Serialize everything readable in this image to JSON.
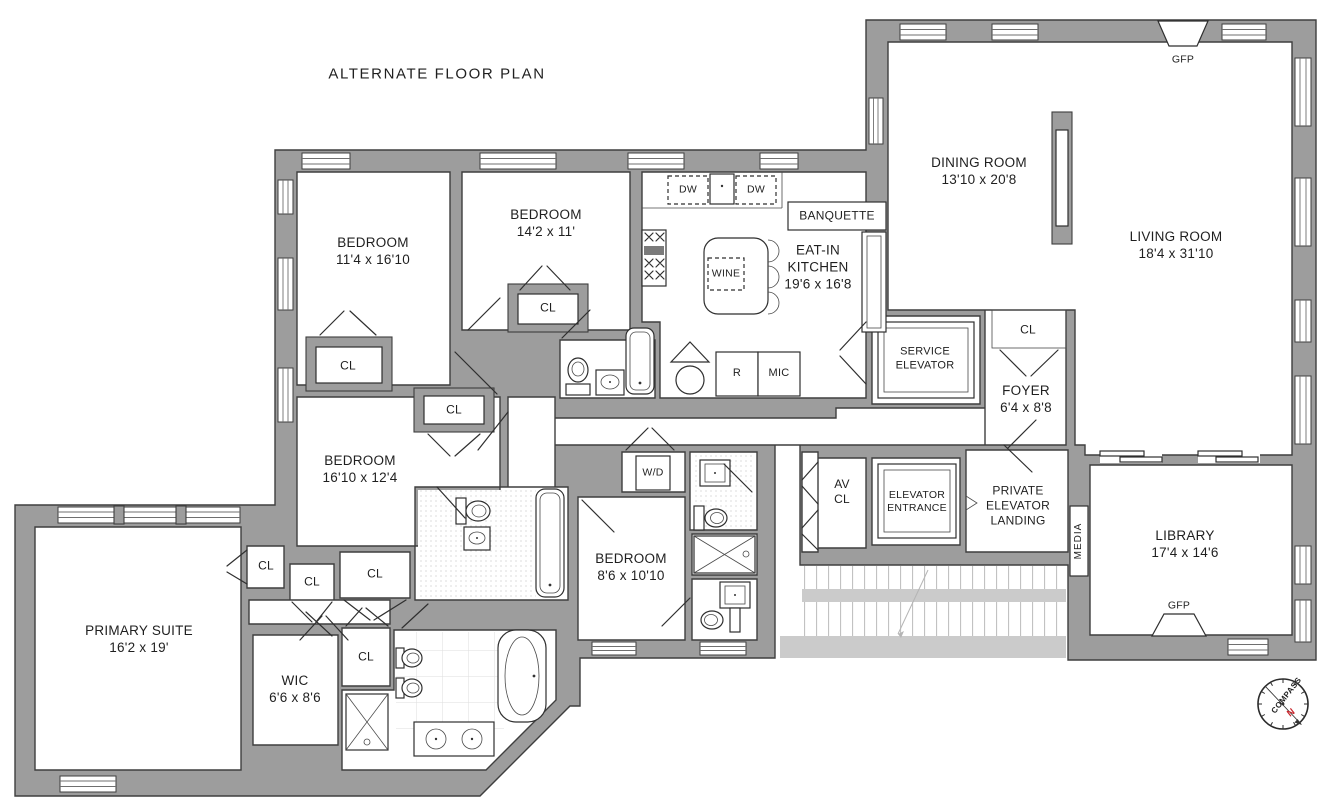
{
  "title": "ALTERNATE FLOOR PLAN",
  "rooms": {
    "bedroom_1": {
      "name": "BEDROOM",
      "dims": "11'4 x 16'10"
    },
    "bedroom_2": {
      "name": "BEDROOM",
      "dims": "14'2 x 11'"
    },
    "eat_in_kitchen": {
      "name": "EAT-IN KITCHEN",
      "dims": "19'6 x 16'8"
    },
    "dining_room": {
      "name": "DINING ROOM",
      "dims": "13'10 x 20'8"
    },
    "living_room": {
      "name": "LIVING ROOM",
      "dims": "18'4 x 31'10"
    },
    "foyer": {
      "name": "FOYER",
      "dims": "6'4 x 8'8"
    },
    "bedroom_3": {
      "name": "BEDROOM",
      "dims": "16'10 x 12'4"
    },
    "bedroom_4": {
      "name": "BEDROOM",
      "dims": "8'6 x 10'10"
    },
    "primary_suite": {
      "name": "PRIMARY SUITE",
      "dims": "16'2 x 19'"
    },
    "wic": {
      "name": "WIC",
      "dims": "6'6 x 8'6"
    },
    "library": {
      "name": "LIBRARY",
      "dims": "17'4 x 14'6"
    },
    "service_elevator": {
      "name": "SERVICE ELEVATOR"
    },
    "elevator_entrance": {
      "name": "ELEVATOR ENTRANCE"
    },
    "private_elevator_landing": {
      "name": "PRIVATE ELEVATOR LANDING"
    },
    "av_closet": {
      "name": "AV CL"
    },
    "banquette": {
      "name": "BANQUETTE"
    },
    "media": {
      "name": "MEDIA"
    }
  },
  "fixtures": {
    "closet": "CL",
    "washer_dryer": "W/D",
    "wine": "WINE",
    "dishwasher": "DW",
    "refrigerator": "R",
    "microwave": "MIC",
    "gas_fireplace": "GFP"
  },
  "compass": {
    "brand": "COMPASS",
    "north": "N"
  },
  "colors": {
    "wall": "#9d9d9d",
    "outline": "#3e3e3e",
    "stairs": "#cbcbcb",
    "north": "#c8262c",
    "text": "#1f1f1f"
  }
}
